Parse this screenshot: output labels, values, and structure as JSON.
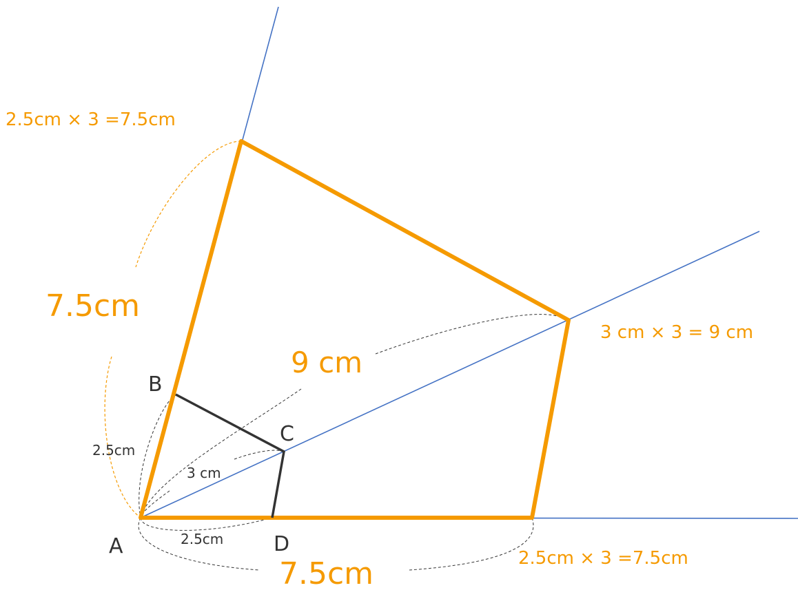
{
  "colors": {
    "enlarged": "#f59a00",
    "original": "#333333",
    "rays": "#4472c4"
  },
  "points": {
    "A": "A",
    "B": "B",
    "C": "C",
    "D": "D"
  },
  "original_lengths": {
    "AB": "2.5cm",
    "AC": "3 cm",
    "AD": "2.5cm"
  },
  "enlarged_lengths": {
    "AB": "7.5cm",
    "AC": "9 cm",
    "AD": "7.5cm"
  },
  "calculations": {
    "AB": "2.5cm × 3 =7.5cm",
    "AC": "3 cm × 3 = 9 cm",
    "AD": "2.5cm × 3 =7.5cm"
  }
}
